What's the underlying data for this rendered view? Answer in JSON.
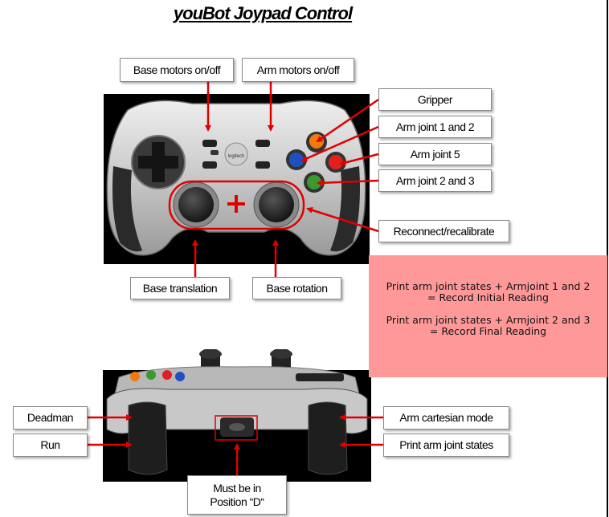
{
  "title": "youBot Joypad Control",
  "labels": {
    "base_motors": "Base motors on/off",
    "arm_motors": "Arm motors on/off",
    "gripper": "Gripper",
    "arm_joint_1_2": "Arm joint 1 and 2",
    "arm_joint_5": "Arm joint 5",
    "arm_joint_2_3": "Arm joint 2 and 3",
    "reconnect": "Reconnect/recalibrate",
    "base_translation": "Base translation",
    "base_rotation": "Base rotation",
    "deadman": "Deadman",
    "run": "Run",
    "arm_cartesian": "Arm cartesian mode",
    "print_states": "Print arm joint states",
    "must_be_line1": "Must be in",
    "must_be_line2": "Position “D“"
  },
  "note": {
    "line1": "Print arm joint states + Armjoint 1 and 2",
    "line2": "= Record Initial Reading",
    "line3": "Print arm joint states + Armjoint 2 and 3",
    "line4": "= Record Final Reading"
  },
  "device_brand": "logitech",
  "colors": {
    "arrow": "#e00000",
    "note_bg": "#ff9999",
    "btn_orange": "#f07a10",
    "btn_blue": "#2050c0",
    "btn_red": "#e02020",
    "btn_green": "#3a9a30"
  }
}
